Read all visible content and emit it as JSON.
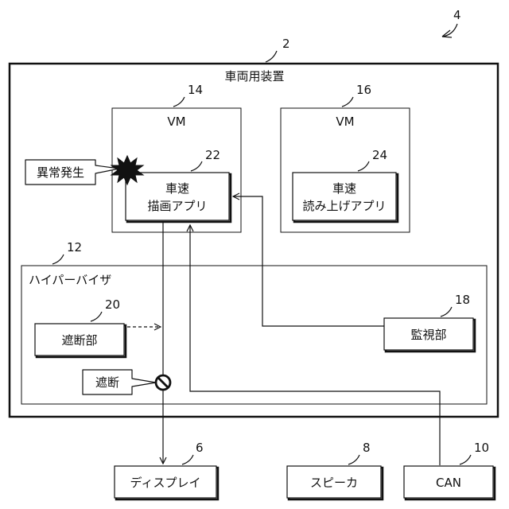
{
  "refs": {
    "system": "4",
    "device": "2",
    "vm1": "14",
    "vm2": "16",
    "app1": "22",
    "app2": "24",
    "hypervisor": "12",
    "blocker": "20",
    "monitor": "18",
    "display": "6",
    "speaker": "8",
    "can": "10"
  },
  "labels": {
    "device": "車両用装置",
    "vm1": "VM",
    "vm2": "VM",
    "app1_line1": "車速",
    "app1_line2": "描画アプリ",
    "app2_line1": "車速",
    "app2_line2": "読み上げアプリ",
    "hypervisor": "ハイパーバイザ",
    "blocker": "遮断部",
    "monitor": "監視部",
    "display": "ディスプレイ",
    "speaker": "スピーカ",
    "can": "CAN"
  },
  "callouts": {
    "anomaly": "異常発生",
    "blocked": "遮断"
  },
  "icons": {
    "anomaly": "explosion-burst-icon",
    "blocked": "prohibited-icon"
  }
}
